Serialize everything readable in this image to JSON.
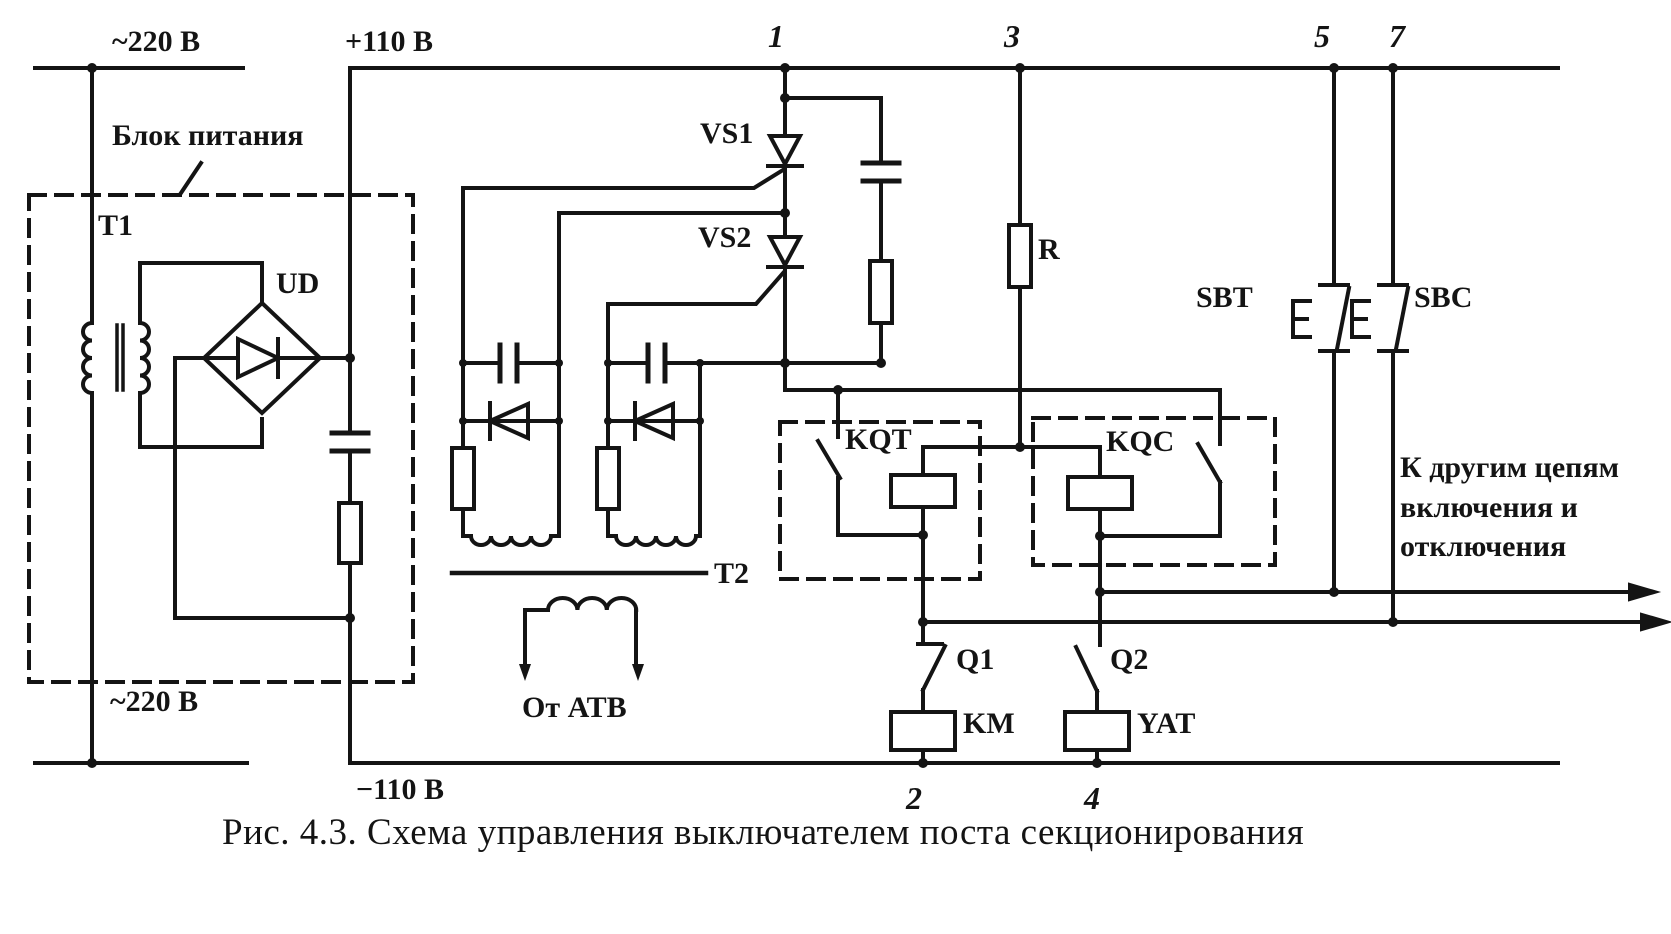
{
  "figure": {
    "caption": "Рис. 4.3. Схема управления выключателем поста секционирования",
    "ink_color": "#141414",
    "paper_color": "#ffffff"
  },
  "buses": {
    "top_left_voltage": "~220 В",
    "top_positive": "+110 В",
    "bottom_left_voltage": "~220 В",
    "bottom_negative": "−110 В"
  },
  "nodes": {
    "n1": "1",
    "n2": "2",
    "n3": "3",
    "n4": "4",
    "n5": "5",
    "n7": "7"
  },
  "power_supply": {
    "block_label": "Блок питания",
    "transformer": "Т1",
    "rectifier": "UD"
  },
  "thyristors": {
    "vs1": "VS1",
    "vs2": "VS2"
  },
  "resistor": "R",
  "pulse_transformer": {
    "label": "Т2",
    "source_label": "От АТВ"
  },
  "relays": {
    "kqt": "KQT",
    "kqc": "KQC"
  },
  "buttons": {
    "trip": "SBT",
    "close": "SBC"
  },
  "contacts": {
    "q1": "Q1",
    "q2": "Q2"
  },
  "coils": {
    "contactor": "KM",
    "trip_coil": "YAT"
  },
  "outgoing": {
    "line1": "К другим цепям",
    "line2": "включения и",
    "line3": "отключения"
  }
}
